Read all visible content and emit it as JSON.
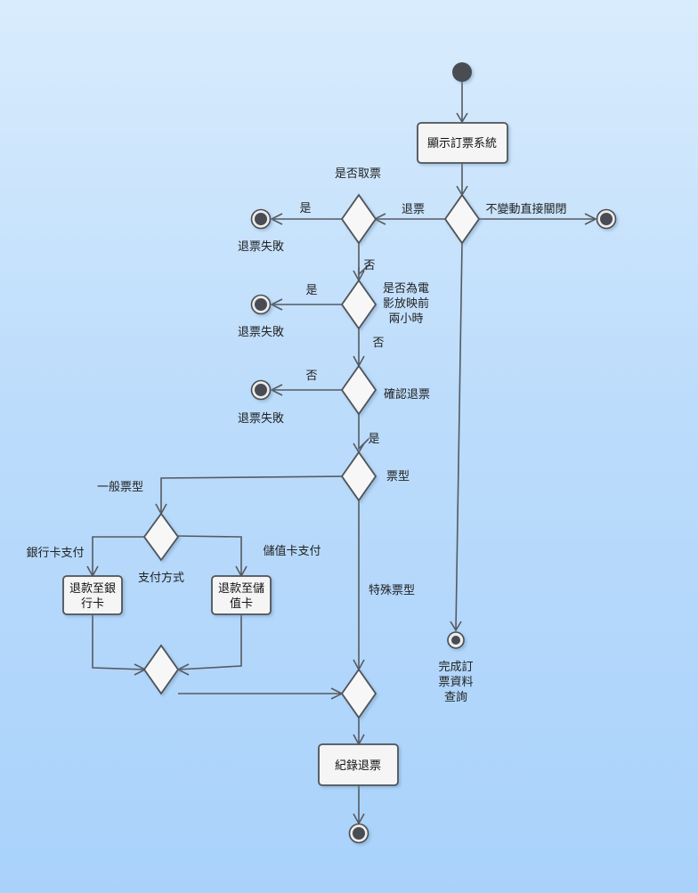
{
  "actions": {
    "show_system": "顯示訂票系統",
    "refund_bank": [
      "退款至銀",
      "行卡"
    ],
    "refund_stored": [
      "退款至儲",
      "值卡"
    ],
    "record_refund": "紀錄退票"
  },
  "decisions": {
    "is_picked": "是否取票",
    "before_two_hours": [
      "是否為電",
      "影放映前",
      "兩小時"
    ],
    "confirm_refund": "確認退票",
    "ticket_type": "票型",
    "payment_method": "支付方式"
  },
  "guards": {
    "refund": "退票",
    "close_without_change": "不變動直接關閉",
    "yes_picked": "是",
    "no_picked": "否",
    "yes_two_hours": "是",
    "no_two_hours": "否",
    "no_confirm": "否",
    "yes_confirm": "是",
    "general_ticket": "一般票型",
    "special_ticket": "特殊票型",
    "bank_card": "銀行卡支付",
    "stored_card": "儲值卡支付"
  },
  "finals": {
    "refund_fail_1": "退票失敗",
    "refund_fail_2": "退票失敗",
    "refund_fail_3": "退票失敗",
    "query_done": [
      "完成訂",
      "票資料",
      "查詢"
    ]
  }
}
